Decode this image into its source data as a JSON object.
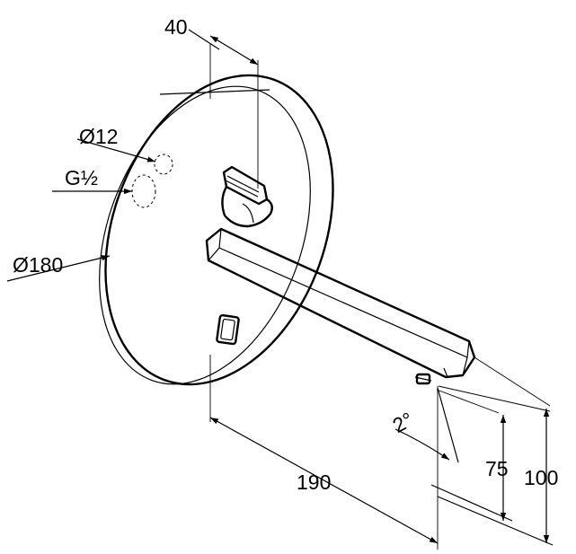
{
  "dimensions": {
    "depth_40": "40",
    "outlet_d12": "Ø12",
    "thread_g": "G½",
    "rosette_d180": "Ø180",
    "spout_length": "190",
    "angle": "2°",
    "height_75": "75",
    "height_100": "100"
  }
}
